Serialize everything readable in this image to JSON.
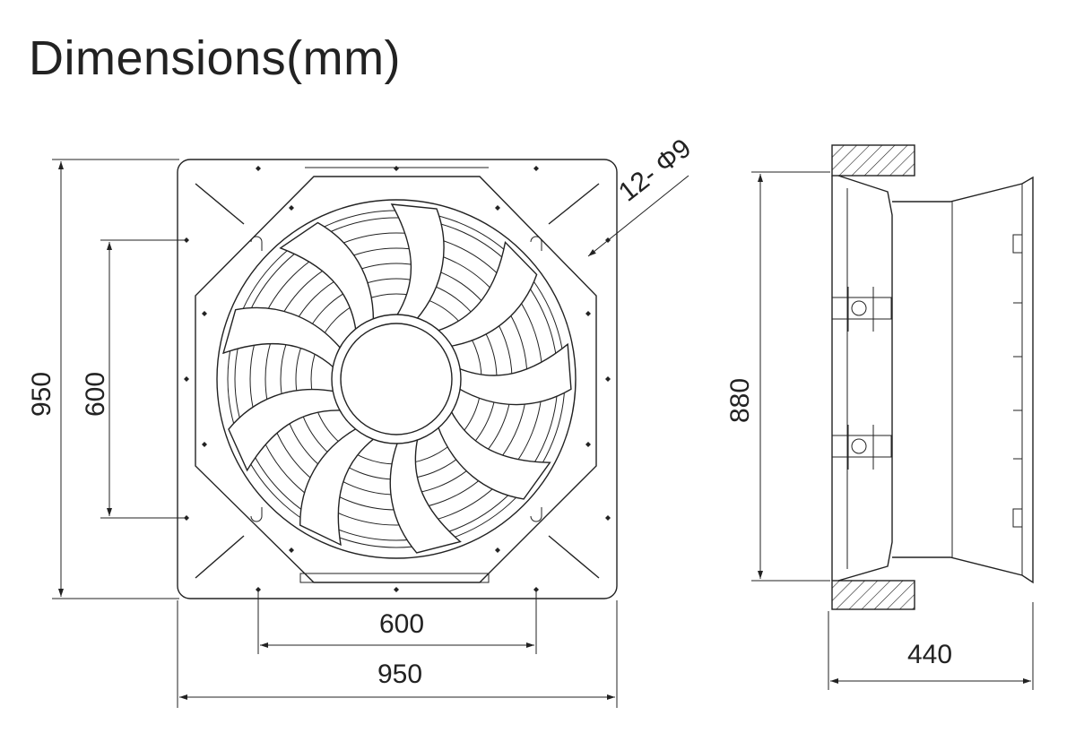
{
  "title": "Dimensions(mm)",
  "front_view": {
    "overall_height": "950",
    "hole_spacing_vertical": "600",
    "hole_spacing_horizontal": "600",
    "overall_width": "950",
    "holes_callout": "12- Φ9"
  },
  "side_view": {
    "height": "880",
    "depth": "440"
  }
}
